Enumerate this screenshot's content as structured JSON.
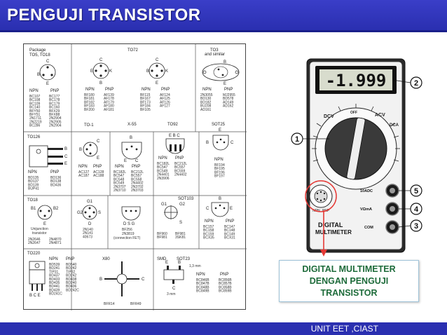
{
  "header": {
    "title": "PENGUJI TRANSISTOR"
  },
  "footer": {
    "text": "UNIT EET ,CIAST"
  },
  "caption": {
    "lines": [
      "DIGITAL MULTIMETER",
      "DENGAN  PENGUJI",
      "TRANSISTOR"
    ]
  },
  "meter": {
    "display": "-1.999",
    "callouts": [
      "1",
      "2",
      "3",
      "4",
      "5"
    ],
    "labels": {
      "dcv": "DCV",
      "acv": "ACV",
      "dca": "DCA",
      "off": "OFF",
      "brand": "DIGITAL",
      "brand2": "MULTIMETER",
      "com": "COM",
      "vma": "VΩmA",
      "tenadc": "10ADC",
      "npn": "NPN",
      "pnp": "PNP"
    }
  },
  "chart": {
    "package_label": "Package",
    "package_sub": "TO5, TO18",
    "to72": "TO72",
    "to3": "TO3",
    "to3_sub": "and similar",
    "to126": "TO126",
    "to1": "TO-1",
    "x55": "X-55",
    "to92": "TO92",
    "sot25": "SOT25",
    "to18": "TO18",
    "sot103": "SOT103",
    "to220": "TO220",
    "x80": "X80",
    "smd": "SMD",
    "sot23": "SOT23",
    "npn": "NPN",
    "pnp": "PNP",
    "unijunction": "Unijunction",
    "transistor": "transistor",
    "bfr14": "BFR14",
    "bfr49": "BFR49",
    "bf256": "BF256",
    "jfet": "2N3819",
    "conn_fet": "(connection FET)",
    "mm13": "1,3 mm",
    "mm3": "3 mm",
    "parts_to5_npn": [
      "BC107",
      "BC108",
      "BC109",
      "BC140",
      "BFY50",
      "BFY51",
      "2N1711",
      "2N2219",
      "BC286"
    ],
    "parts_to5_pnp": [
      "BC177",
      "BC178",
      "BC179",
      "BC160",
      "BFX29",
      "BFX88",
      "2N2904",
      "2N2905",
      "2N2904"
    ],
    "parts_to72_npn": [
      "BF180",
      "BF181",
      "BF182",
      "BF183",
      "BF200"
    ],
    "parts_to72_pnp": [
      "AF139",
      "AF178",
      "AF179",
      "AF180",
      "AF181"
    ],
    "parts_to72b_npn": [
      "BF115",
      "BF167",
      "BF173",
      "BF184",
      "BF105"
    ],
    "parts_to72b_pnp": [
      "AF124",
      "AF125",
      "AF126",
      "AF127"
    ],
    "parts_to3_npn": [
      "2N3055",
      "BD130",
      "BD182",
      "BU208",
      "AD161"
    ],
    "parts_to3_pnp": [
      "MJ2955",
      "BD578",
      "AD149",
      "AD162"
    ],
    "parts_to126_npn": [
      "BD135",
      "BD137",
      "BD139",
      "BUP41"
    ],
    "parts_to126_pnp": [
      "BD136",
      "BD138",
      "BD436"
    ],
    "parts_to1_npn": [
      "AC127",
      "AC187"
    ],
    "parts_to1_pnp": [
      "AC128",
      "AC188"
    ],
    "parts_to92_npn": [
      "BC182L",
      "BC547",
      "BC548",
      "BC549",
      "2N3707",
      "2N3710"
    ],
    "parts_to92_pnp": [
      "BC212L",
      "BC557",
      "BC558",
      "2N4402",
      "2N3702",
      "2N3703"
    ],
    "parts_to92_c": [
      "BC182L",
      "BC547",
      "BC549",
      "2N4401",
      "2N3906"
    ],
    "parts_to92_d": [
      "BC212L",
      "BC557",
      "BC559",
      "2N4402"
    ],
    "parts_sot25": [
      "BF194",
      "BF195",
      "BF196",
      "BF197"
    ],
    "parts_to18uj": [
      "2N2646",
      "2N2647"
    ],
    "parts_to18uj_b": [
      "2N4870",
      "2N4871"
    ],
    "parts_g1": [
      "2N140",
      "2N141",
      "40673"
    ],
    "parts_sot103_a": [
      "BF960",
      "BF981"
    ],
    "parts_sot103_b": [
      "BF981",
      "3SK81"
    ],
    "parts_sot103_npn": [
      "BC157",
      "BC158",
      "BC159",
      "BCX35"
    ],
    "parts_sot103_pnp": [
      "BC147",
      "BC148",
      "BC149",
      "BCX31"
    ],
    "parts_to220_npn": [
      "BD539",
      "BD241",
      "TIP31",
      "BD437",
      "BD433",
      "BD435",
      "BD441",
      "BD439",
      "BD241C"
    ],
    "parts_to220_pnp": [
      "BD540",
      "BD242",
      "TIP32",
      "BD242",
      "BD438",
      "BD240",
      "BD436",
      "BD242C"
    ],
    "parts_smd_npn": [
      "BC846B",
      "BC847B",
      "BC848B",
      "BC849B"
    ],
    "parts_smd_pnp": [
      "BC856B",
      "BC857B",
      "BC858B",
      "BC859B"
    ]
  }
}
